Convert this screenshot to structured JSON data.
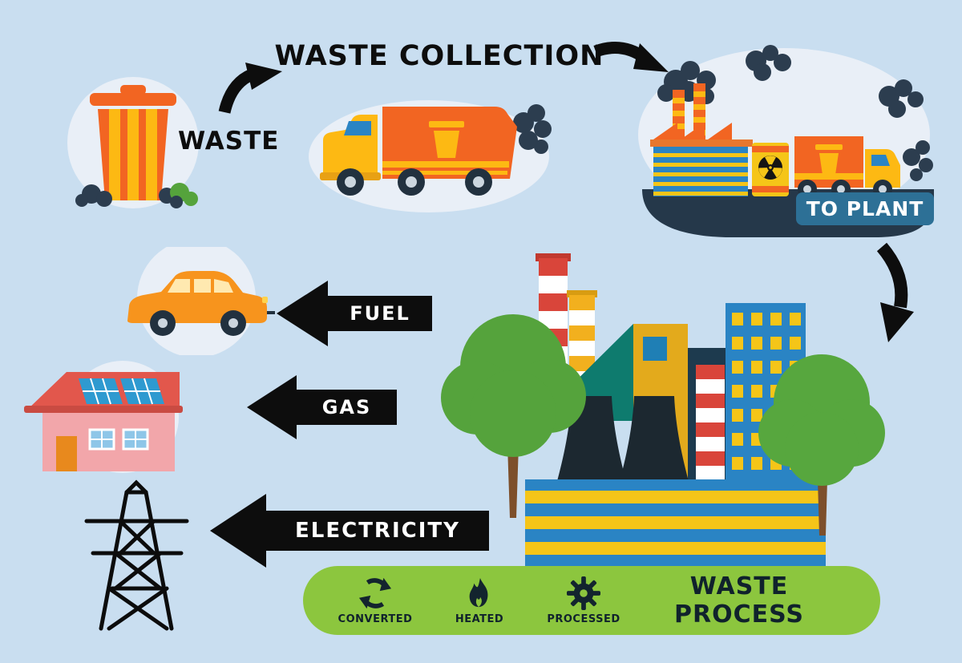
{
  "header": {
    "title": "WASTE COLLECTION"
  },
  "waste": {
    "label": "WASTE"
  },
  "transfer": {
    "label": "TO PLANT"
  },
  "outputs": [
    {
      "id": "fuel",
      "label": "FUEL"
    },
    {
      "id": "gas",
      "label": "GAS"
    },
    {
      "id": "electricity",
      "label": "ELECTRICITY"
    }
  ],
  "process": {
    "title": "WASTE PROCESS",
    "steps": [
      {
        "icon": "recycle-icon",
        "label": "CONVERTED"
      },
      {
        "icon": "flame-icon",
        "label": "HEATED"
      },
      {
        "icon": "gear-icon",
        "label": "PROCESSED"
      }
    ]
  },
  "colors": {
    "background": "#c9def0",
    "arrow_black": "#0d0d0d",
    "banner_green": "#8cc63e",
    "accent_orange": "#f26522",
    "accent_yellow": "#fdb913",
    "plant_blue": "#2a84c4",
    "platform_navy": "#25384a",
    "to_plant_band": "#2d7096",
    "smoke": "#2c3d4f",
    "tree_green": "#55a33c",
    "roof_red": "#e2574c",
    "house_pink": "#f2a6aa",
    "teal_roof": "#0e7b6e",
    "label_white": "#ffffff",
    "text_dark": "#10222c"
  }
}
